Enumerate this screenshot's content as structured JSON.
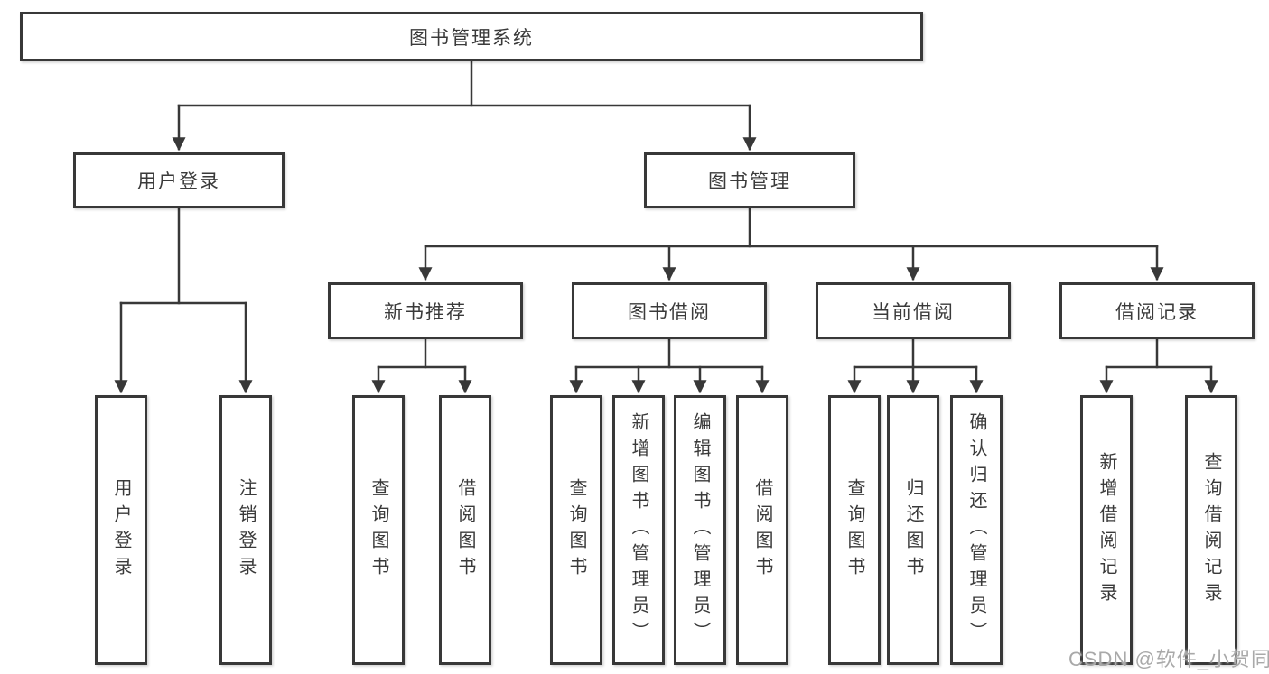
{
  "title": "图书管理系统",
  "tree": {
    "root": {
      "label": "图书管理系统"
    },
    "branches": [
      {
        "label": "用户登录",
        "children": [
          {
            "label": "用户登录"
          },
          {
            "label": "注销登录"
          }
        ]
      },
      {
        "label": "图书管理",
        "groups": [
          {
            "label": "新书推荐",
            "children": [
              {
                "label": "查询图书"
              },
              {
                "label": "借阅图书"
              }
            ]
          },
          {
            "label": "图书借阅",
            "children": [
              {
                "label": "查询图书"
              },
              {
                "label": "新增图书（管理员）"
              },
              {
                "label": "编辑图书（管理员）"
              },
              {
                "label": "借阅图书"
              }
            ]
          },
          {
            "label": "当前借阅",
            "children": [
              {
                "label": "查询图书"
              },
              {
                "label": "归还图书"
              },
              {
                "label": "确认归还（管理员）"
              }
            ]
          },
          {
            "label": "借阅记录",
            "children": [
              {
                "label": "新增借阅记录"
              },
              {
                "label": "查询借阅记录"
              }
            ]
          }
        ]
      }
    ]
  },
  "watermark": {
    "text": "CSDN @软件_小贺同学"
  },
  "colors": {
    "line": "#383838",
    "text": "#3a3a3a",
    "box_background": "#ffffff",
    "page_background": "#ffffff",
    "watermark": "#a9a9a9"
  }
}
